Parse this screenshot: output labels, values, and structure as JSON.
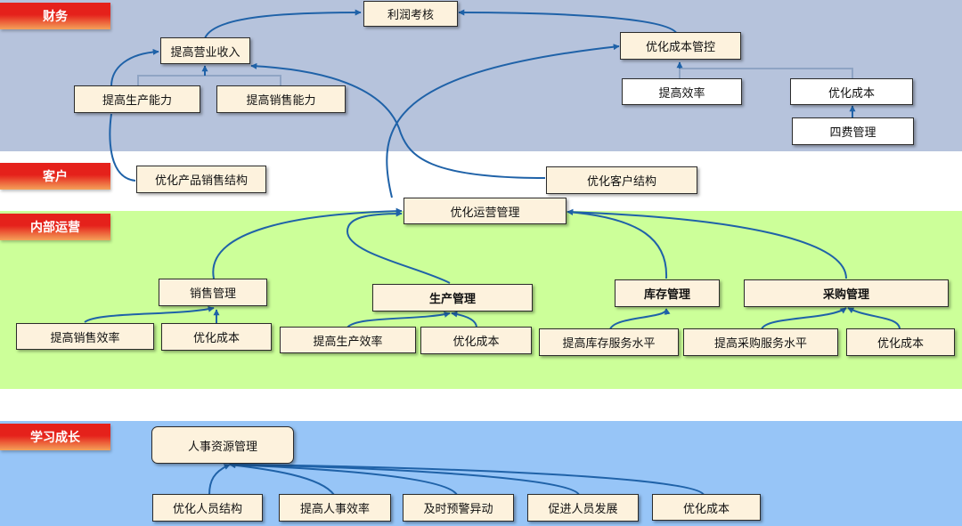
{
  "colors": {
    "finance_band": "#b6c3dc",
    "customer_band": "#ffffff",
    "ops_band": "#ccff99",
    "learning_band": "#97c5f7",
    "label_red": "#e5211b",
    "label_orange": "#f4a25a",
    "node_fill_cream": "#fdf2dd",
    "node_fill_white": "#ffffff",
    "arrow_blue": "#1f62a8",
    "tree_blue": "#8fa4c4"
  },
  "sections": {
    "finance": "财务",
    "customer": "客户",
    "operations": "内部运营",
    "learning": "学习成长"
  },
  "nodes": {
    "profit_review": "利润考核",
    "increase_revenue": "提高营业收入",
    "optimize_cost_control": "优化成本管控",
    "improve_production_capacity": "提高生产能力",
    "improve_sales_capacity": "提高销售能力",
    "improve_efficiency": "提高效率",
    "optimize_cost_finance": "优化成本",
    "four_fees_management": "四费管理",
    "optimize_product_sales_structure": "优化产品销售结构",
    "optimize_customer_structure": "优化客户结构",
    "optimize_operations_management": "优化运营管理",
    "sales_management": "销售管理",
    "production_management": "生产管理",
    "inventory_management": "库存管理",
    "procurement_management": "采购管理",
    "improve_sales_efficiency": "提高销售效率",
    "optimize_cost_sales": "优化成本",
    "improve_production_efficiency": "提高生产效率",
    "optimize_cost_production": "优化成本",
    "improve_inventory_service_level": "提高库存服务水平",
    "improve_procurement_service_level": "提高采购服务水平",
    "optimize_cost_procurement": "优化成本",
    "hr_management": "人事资源管理",
    "optimize_staff_structure": "优化人员结构",
    "improve_hr_efficiency": "提高人事效率",
    "timely_warning": "及时预警异动",
    "promote_staff_development": "促进人员发展",
    "optimize_cost_hr": "优化成本"
  }
}
